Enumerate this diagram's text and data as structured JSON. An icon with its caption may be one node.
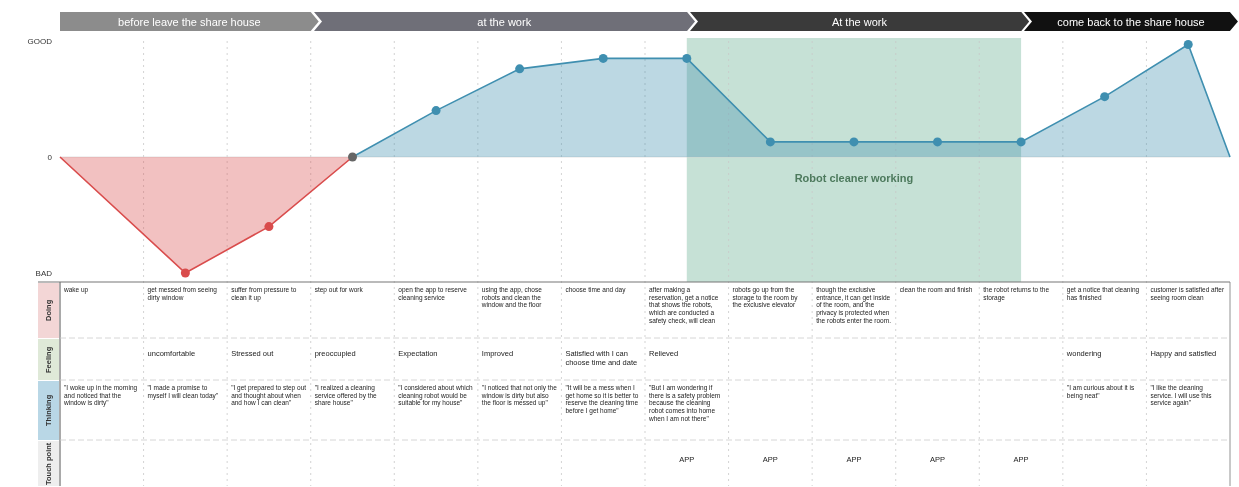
{
  "diagram": {
    "nodes": [
      {
        "text": [
          "before leave the share house"
        ]
      },
      {
        "text": [
          "at the work"
        ]
      },
      {
        "text": [
          "At the work"
        ]
      },
      {
        "text": [
          "come back to the share house"
        ]
      }
    ],
    "labels": [
      "GOOD",
      "0",
      "Robot cleaner working",
      "BAD",
      "Doing",
      "wake up",
      "get messed from seeing dirty window",
      "suffer from pressure to clean it up",
      "step out for work",
      "open the app to reserve cleaning service",
      "using the app, chose robots and clean the window and the floor",
      "choose time and day",
      "after making a reservation, get a notice that shows the robots, which are conducted a safety check, will clean",
      "robots go up from the storage to the room by the exclusive elevator",
      "though the exclusive entrance, it can get inside of the room, and the privacy is protected when the robots enter the room.",
      "clean the room and finish",
      "the robot returns to the storage",
      "get a notice that cleaning has finished",
      "customer is satisfied after seeing room clean",
      "Feeling",
      "uncomfortable",
      "Stressed out",
      "preoccupied",
      "Expectation",
      "Improved",
      "Satisfied with I can choose time and date",
      "Relieved",
      "wondering",
      "Happy and satisfied",
      "Thinking",
      "\"I woke up in the morning and noticed that the window is dirty\"",
      "\"I made a promise to myself I will clean today\"",
      "\"I get prepared to step out and thought about when and how I can clean\"",
      "\"I realized a cleaning service offered by the share house\"",
      "\"I considered about which cleaning robot would be suitable for my house\"",
      "\"I noticed that not only the window is dirty but also the floor is messed up\"",
      "\"It will be a mess when I get home so it is better to reserve the cleaning time before I get home\"",
      "\"But I am wondering if there is a safety problem because the cleaning robot comes into home when I am not there\"",
      "\"I am curious about it is being neat\"",
      "\"I like the cleaning service. I will use this service again\"",
      "Touch point",
      "APP",
      "APP",
      "APP",
      "APP",
      "APP"
    ]
  }
}
